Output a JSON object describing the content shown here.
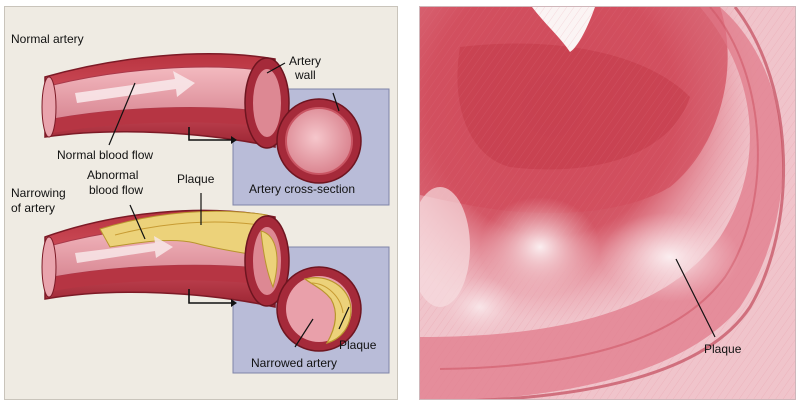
{
  "diagram": {
    "labels": {
      "normal_artery": "Normal artery",
      "artery_wall_1": "Artery",
      "artery_wall_2": "wall",
      "normal_blood_flow": "Normal blood flow",
      "cross_section": "Artery cross-section",
      "narrowing_1": "Narrowing",
      "narrowing_2": "of artery",
      "abnormal_flow_1": "Abnormal",
      "abnormal_flow_2": "blood flow",
      "plaque_top": "Plaque",
      "plaque_circle": "Plaque",
      "narrowed_artery": "Narrowed artery"
    }
  },
  "micrograph": {
    "label": "Plaque"
  },
  "colors": {
    "artery_dark": "#a52a3a",
    "artery_mid": "#c94755",
    "lumen_light": "#eea8b0",
    "plaque_yellow": "#ecd27a",
    "inset_box": "#b9bcd8",
    "tissue_pink": "#e98a99"
  }
}
